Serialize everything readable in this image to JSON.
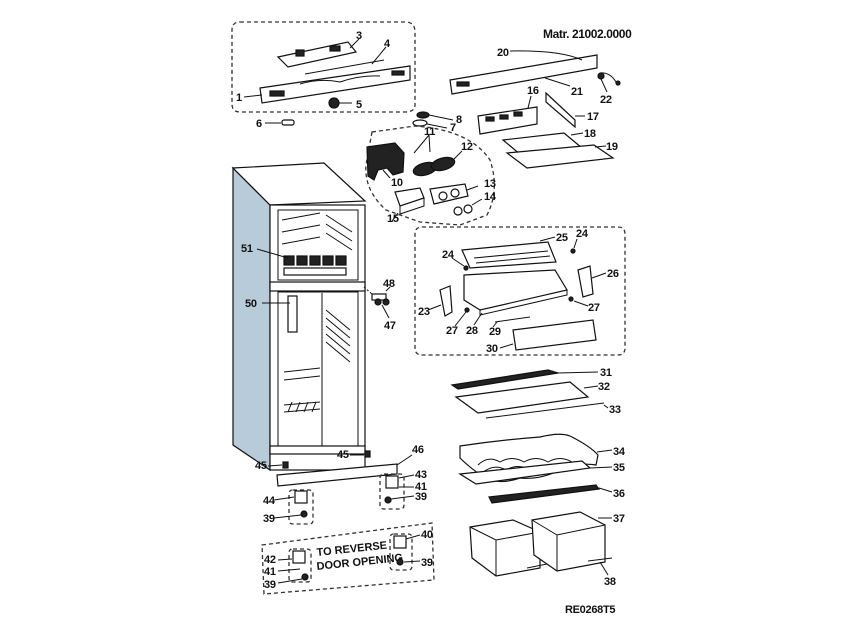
{
  "header": {
    "material_number": "Matr. 21002.0000"
  },
  "footer": {
    "drawing_code": "RE0268T5"
  },
  "note": {
    "line1": "TO REVERSE",
    "line2": "DOOR OPENING"
  },
  "colors": {
    "cabinet_side": "#b7cbd9",
    "line": "#111111",
    "background": "#ffffff"
  },
  "labels": {
    "p1": "1",
    "p3": "3",
    "p4": "4",
    "p5": "5",
    "p6": "6",
    "p7": "7",
    "p8": "8",
    "p10": "10",
    "p11": "11",
    "p12": "12",
    "p13": "13",
    "p14": "14",
    "p15": "15",
    "p16": "16",
    "p17": "17",
    "p18": "18",
    "p19": "19",
    "p20": "20",
    "p21": "21",
    "p22": "22",
    "p23": "23",
    "p24a": "24",
    "p24b": "24",
    "p25": "25",
    "p26": "26",
    "p27a": "27",
    "p27b": "27",
    "p28": "28",
    "p29": "29",
    "p30": "30",
    "p31": "31",
    "p32": "32",
    "p33": "33",
    "p34": "34",
    "p35": "35",
    "p36": "36",
    "p37": "37",
    "p38": "38",
    "p39a": "39",
    "p39b": "39",
    "p39c": "39",
    "p39d": "39",
    "p40": "40",
    "p41a": "41",
    "p41b": "41",
    "p42": "42",
    "p43": "43",
    "p44": "44",
    "p45a": "45",
    "p45b": "45",
    "p46": "46",
    "p47": "47",
    "p48": "48",
    "p50": "50",
    "p51": "51"
  }
}
